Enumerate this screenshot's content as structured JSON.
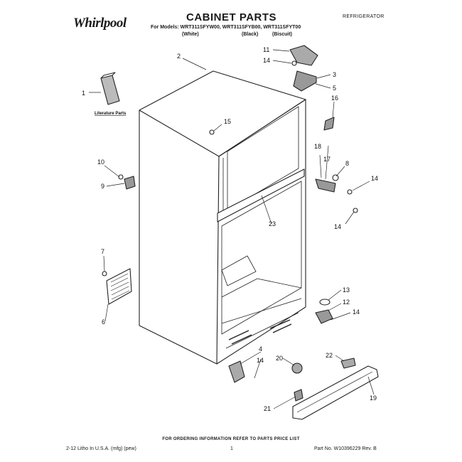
{
  "header": {
    "brand": "Whirlpool",
    "title": "CABINET PARTS",
    "category": "REFRIGERATOR",
    "models_line": "For Models: WRT311SFYW00, WRT311SFYB00, WRT311SFYT00",
    "colors": [
      "(White)",
      "(Black)",
      "(Biscuit)"
    ]
  },
  "callouts": [
    "1",
    "2",
    "3",
    "4",
    "5",
    "6",
    "7",
    "8",
    "9",
    "10",
    "11",
    "12",
    "13",
    "14",
    "14",
    "14",
    "14",
    "14",
    "15",
    "16",
    "17",
    "18",
    "19",
    "20",
    "21",
    "22",
    "23"
  ],
  "literature_label": "Literature Parts",
  "footer": {
    "note": "FOR ORDERING INFORMATION REFER TO PARTS PRICE LIST",
    "litho": "2-12 Litho In U.S.A. (mfg) (pew)",
    "page": "1",
    "part_number": "Part No. W10396229 Rev. B"
  }
}
